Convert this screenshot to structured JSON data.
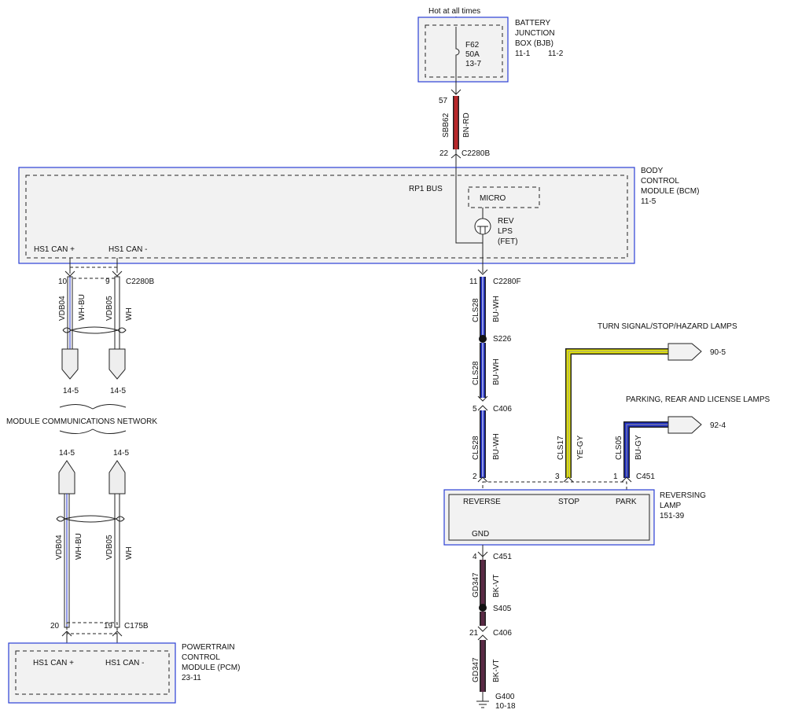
{
  "colors": {
    "box_border": "#2b3fd6",
    "box_fill": "#f2f2f2",
    "wire_brown_red": "#b8272a",
    "wire_blue_white": "#1f2fc9",
    "wire_yellow_gray": "#e8e800",
    "wire_blue_gray": "#1f2fc9",
    "wire_black_violet": "#5a2a45",
    "wire_white": "#ffffff"
  },
  "bjb": {
    "feed_label": "Hot at all times",
    "title_lines": [
      "BATTERY",
      "JUNCTION",
      "BOX (BJB)"
    ],
    "ref_a": "11-1",
    "ref_b": "11-2",
    "fuse_lines": [
      "F62",
      "50A",
      "13-7"
    ]
  },
  "bcm": {
    "title_lines": [
      "BODY",
      "CONTROL",
      "MODULE (BCM)",
      "11-5"
    ],
    "bus_label": "RP1 BUS",
    "micro_label": "MICRO",
    "fet_lines": [
      "REV",
      "LPS",
      "(FET)"
    ],
    "pin_can_plus": "HS1 CAN +",
    "pin_can_minus": "HS1 CAN -"
  },
  "pcm": {
    "title_lines": [
      "POWERTRAIN",
      "CONTROL",
      "MODULE (PCM)",
      "23-11"
    ],
    "pin_can_plus": "HS1 CAN +",
    "pin_can_minus": "HS1 CAN -"
  },
  "lamp": {
    "title_lines": [
      "REVERSING",
      "LAMP",
      "151-39"
    ],
    "pin_reverse": "REVERSE",
    "pin_stop": "STOP",
    "pin_park": "PARK",
    "pin_gnd": "GND"
  },
  "network": {
    "label": "MODULE COMMUNICATIONS NETWORK",
    "ref_upper_left": "14-5",
    "ref_upper_right": "14-5",
    "ref_lower_left": "14-5",
    "ref_lower_right": "14-5"
  },
  "connectors": {
    "bjb_pin": "57",
    "bcm_feed_pin": "22",
    "bcm_feed_conn": "C2280B",
    "bcm_can_pin_plus": "10",
    "bcm_can_pin_minus": "9",
    "bcm_can_conn": "C2280B",
    "bcm_out_pin": "11",
    "bcm_out_conn": "C2280F",
    "splice_s226": "S226",
    "c406_pin": "5",
    "c406_conn": "C406",
    "lamp_pin_reverse": "2",
    "lamp_pin_stop": "3",
    "lamp_pin_park": "1",
    "lamp_conn": "C451",
    "lamp_gnd_pin": "4",
    "lamp_gnd_conn": "C451",
    "splice_s405": "S405",
    "gnd_c406_pin": "21",
    "gnd_c406_conn": "C406",
    "ground": "G400",
    "ground_ref": "10-18",
    "pcm_pin_plus": "20",
    "pcm_pin_minus": "19",
    "pcm_conn": "C175B"
  },
  "wires": {
    "bjb_circuit": "SBB62",
    "bjb_color": "BN-RD",
    "can_plus_circuit": "VDB04",
    "can_plus_color": "WH-BU",
    "can_minus_circuit": "VDB05",
    "can_minus_color": "WH",
    "rev_circuit": "CLS28",
    "rev_color": "BU-WH",
    "stop_circuit": "CLS17",
    "stop_color": "YE-GY",
    "park_circuit": "CLS05",
    "park_color": "BU-GY",
    "gnd_circuit": "GD347",
    "gnd_color": "BK-VT"
  },
  "refs": {
    "turn_lamps_label": "TURN SIGNAL/STOP/HAZARD LAMPS",
    "turn_lamps_ref": "90-5",
    "park_lamps_label": "PARKING, REAR AND LICENSE LAMPS",
    "park_lamps_ref": "92-4"
  }
}
